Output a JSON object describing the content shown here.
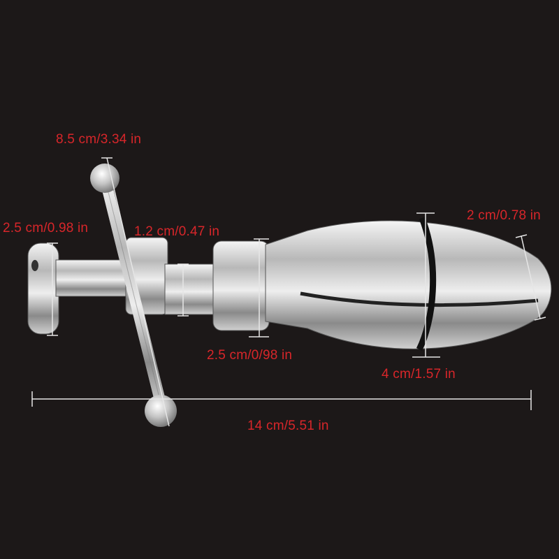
{
  "diagram": {
    "background_color": "#1c1818",
    "label_color": "#d8262a",
    "line_color": "#e6e6e6",
    "object": "metallic-product-with-crossbar",
    "dimensions": {
      "crossbar_length": "8.5 cm/3.34 in",
      "end_cap_diameter": "2.5 cm/0.98 in",
      "neck_diameter": "1.2 cm/0.47 in",
      "collar_diameter": "2.5 cm/0/98 in",
      "tip_width": "2 cm/0.78 in",
      "body_diameter": "4 cm/1.57 in",
      "total_length": "14 cm/5.51 in"
    }
  }
}
